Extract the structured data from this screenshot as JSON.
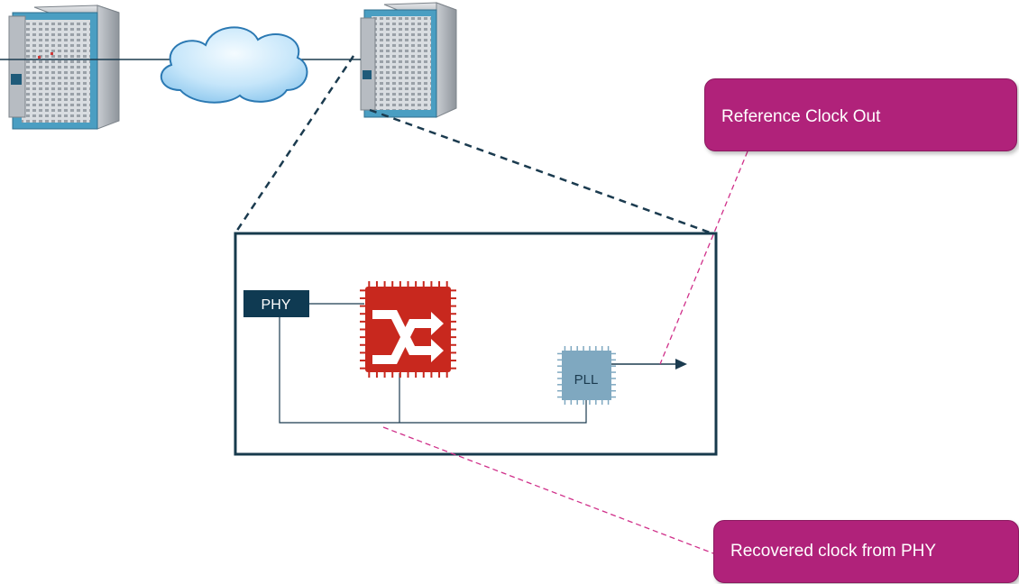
{
  "labels": {
    "phy": "PHY",
    "pll": "PLL"
  },
  "callouts": {
    "reference_clock_out": "Reference Clock Out",
    "recovered_clock": "Recovered clock from PHY"
  },
  "colors": {
    "callout": "#b0227a",
    "phy_block": "#0f3a52",
    "switch_chip": "#c8281e",
    "pll_chip": "#7fa8c0",
    "box_border": "#173a4c",
    "dash_magenta": "#d0308a"
  },
  "icons": [
    "server-rack-icon",
    "cloud-icon",
    "switch-chip-icon",
    "pll-chip-icon",
    "arrow-icon"
  ]
}
